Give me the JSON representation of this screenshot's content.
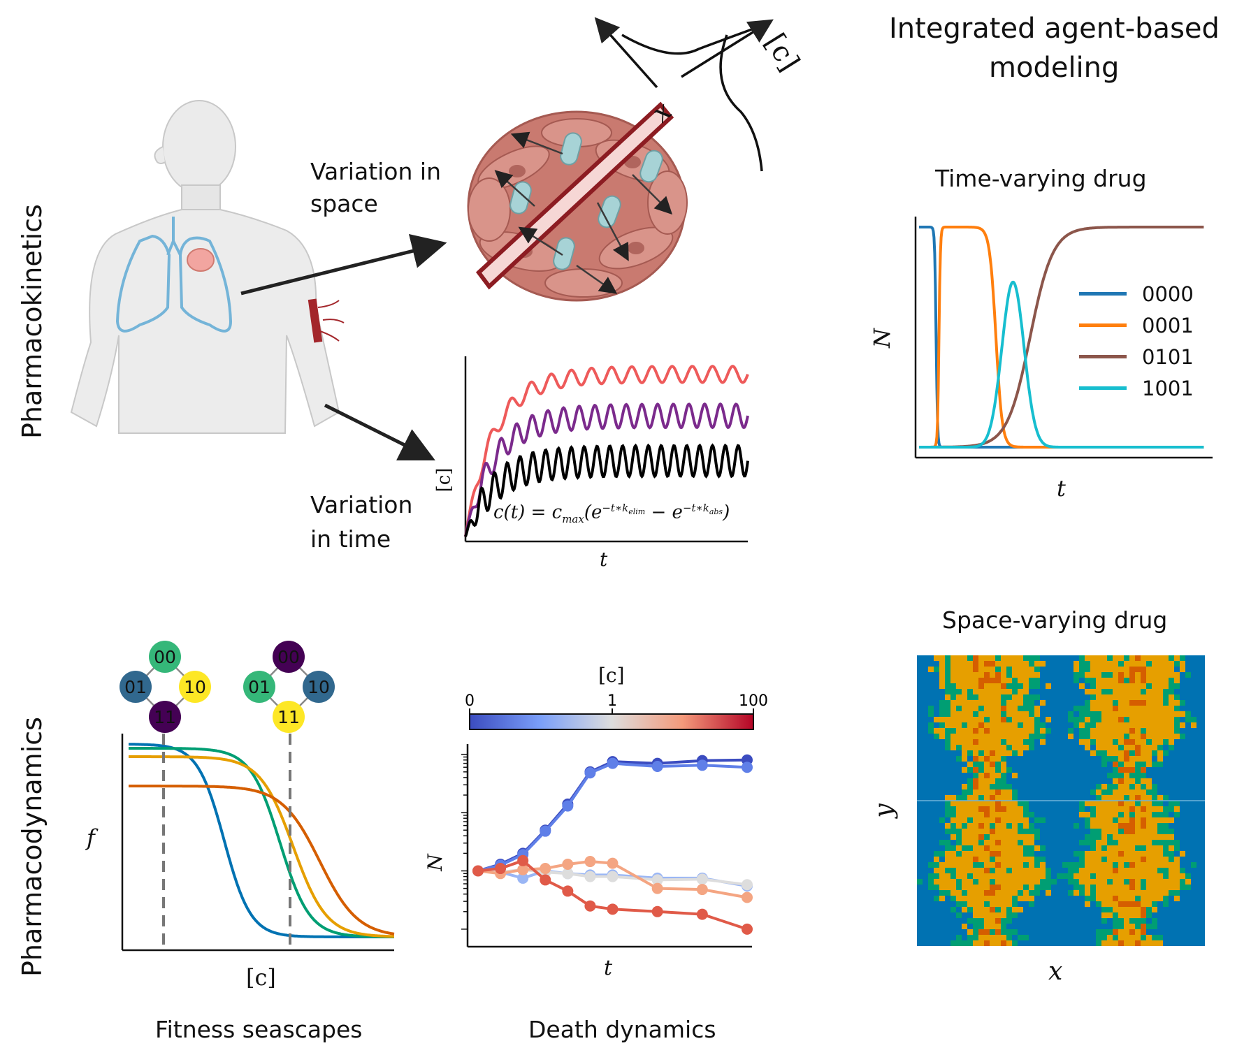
{
  "sections": {
    "pk_label": "Pharmacokinetics",
    "pd_label": "Pharmacodynamics",
    "abm_title_line1": "Integrated agent-based",
    "abm_title_line2": "modeling"
  },
  "pk": {
    "space_label_line1": "Variation in",
    "space_label_line2": "space",
    "time_label_line1": "Variation",
    "time_label_line2": "in time",
    "gradient_x_label": "x",
    "gradient_c_label": "[c]",
    "conc_plot": {
      "ylabel": "[c]",
      "xlabel": "t",
      "equation": "c(t) = c",
      "equation_sub": "max",
      "equation_rest": "(e",
      "equation_exp1": "−t∗k",
      "equation_exp1_sub": "elim",
      "equation_mid": " − e",
      "equation_exp2": "−t∗k",
      "equation_exp2_sub": "abs",
      "equation_end": ")"
    }
  },
  "time_varying": {
    "title": "Time-varying drug",
    "ylabel": "N",
    "xlabel": "t",
    "legend": [
      {
        "label": "0000",
        "color": "#1f77b4"
      },
      {
        "label": "0001",
        "color": "#ff7f0e"
      },
      {
        "label": "0101",
        "color": "#8c564b"
      },
      {
        "label": "1001",
        "color": "#17becf"
      }
    ]
  },
  "space_varying": {
    "title": "Space-varying drug",
    "ylabel": "y",
    "xlabel": "x"
  },
  "seascapes": {
    "caption": "Fitness seascapes",
    "ylabel": "f",
    "xlabel": "[c]",
    "network_left": {
      "top": "00",
      "left": "01",
      "right": "10",
      "bottom": "11"
    },
    "network_right": {
      "top": "00",
      "left": "01",
      "right": "10",
      "bottom": "11"
    },
    "curve_colors": [
      "#0072b2",
      "#009e73",
      "#e69f00",
      "#d55e00"
    ]
  },
  "death": {
    "caption": "Death dynamics",
    "ylabel": "N",
    "xlabel": "t",
    "colorbar_label": "[c]",
    "colorbar_ticks": [
      "0",
      "1",
      "100"
    ]
  },
  "chart_data": [
    {
      "type": "line",
      "title": "",
      "xlabel": "t",
      "ylabel": "[c]",
      "series": [
        {
          "color": "#ee5a5a",
          "mean_rise_to": 0.9,
          "oscillating": true
        },
        {
          "color": "#7b2a8c",
          "mean_rise_to": 0.67,
          "oscillating": true
        },
        {
          "color": "#000000",
          "mean_rise_to": 0.42,
          "oscillating": true
        }
      ]
    },
    {
      "type": "line",
      "title": "Time-varying drug",
      "xlabel": "t",
      "ylabel": "N",
      "series": [
        {
          "name": "0000",
          "color": "#1f77b4",
          "values_desc": "high then collapses early"
        },
        {
          "name": "0001",
          "color": "#ff7f0e",
          "values_desc": "rises early, collapses mid"
        },
        {
          "name": "0101",
          "color": "#8c564b",
          "values_desc": "sigmoid rise to plateau"
        },
        {
          "name": "1001",
          "color": "#17becf",
          "values_desc": "transient peak"
        }
      ]
    },
    {
      "type": "line",
      "title": "",
      "xlabel": "t",
      "ylabel": "N",
      "yscale": "log",
      "x": [
        0,
        1,
        2,
        3,
        4,
        5,
        6,
        8,
        10,
        12
      ],
      "series": [
        {
          "color": "#3b4cc0",
          "values": [
            1.0,
            1.3,
            2.0,
            5.0,
            14.0,
            50.0,
            75.0,
            70.0,
            78.0,
            80.0
          ]
        },
        {
          "color": "#5f7fe8",
          "values": [
            1.0,
            1.25,
            1.9,
            4.8,
            13.0,
            48.0,
            70.0,
            62.0,
            65.0,
            60.0
          ]
        },
        {
          "color": "#9ab6f5",
          "values": [
            1.0,
            0.95,
            0.75,
            1.0,
            0.9,
            0.85,
            0.85,
            0.75,
            0.75,
            0.55
          ]
        },
        {
          "color": "#dddddd",
          "values": [
            1.0,
            0.95,
            1.05,
            0.95,
            0.9,
            0.8,
            0.8,
            0.7,
            0.72,
            0.58
          ]
        },
        {
          "color": "#f4a582",
          "values": [
            1.0,
            0.9,
            1.05,
            1.1,
            1.3,
            1.45,
            1.35,
            0.5,
            0.48,
            0.35
          ]
        },
        {
          "color": "#e05a48",
          "values": [
            1.0,
            1.1,
            1.5,
            0.7,
            0.45,
            0.25,
            0.22,
            0.2,
            0.18,
            0.1
          ]
        }
      ]
    }
  ]
}
